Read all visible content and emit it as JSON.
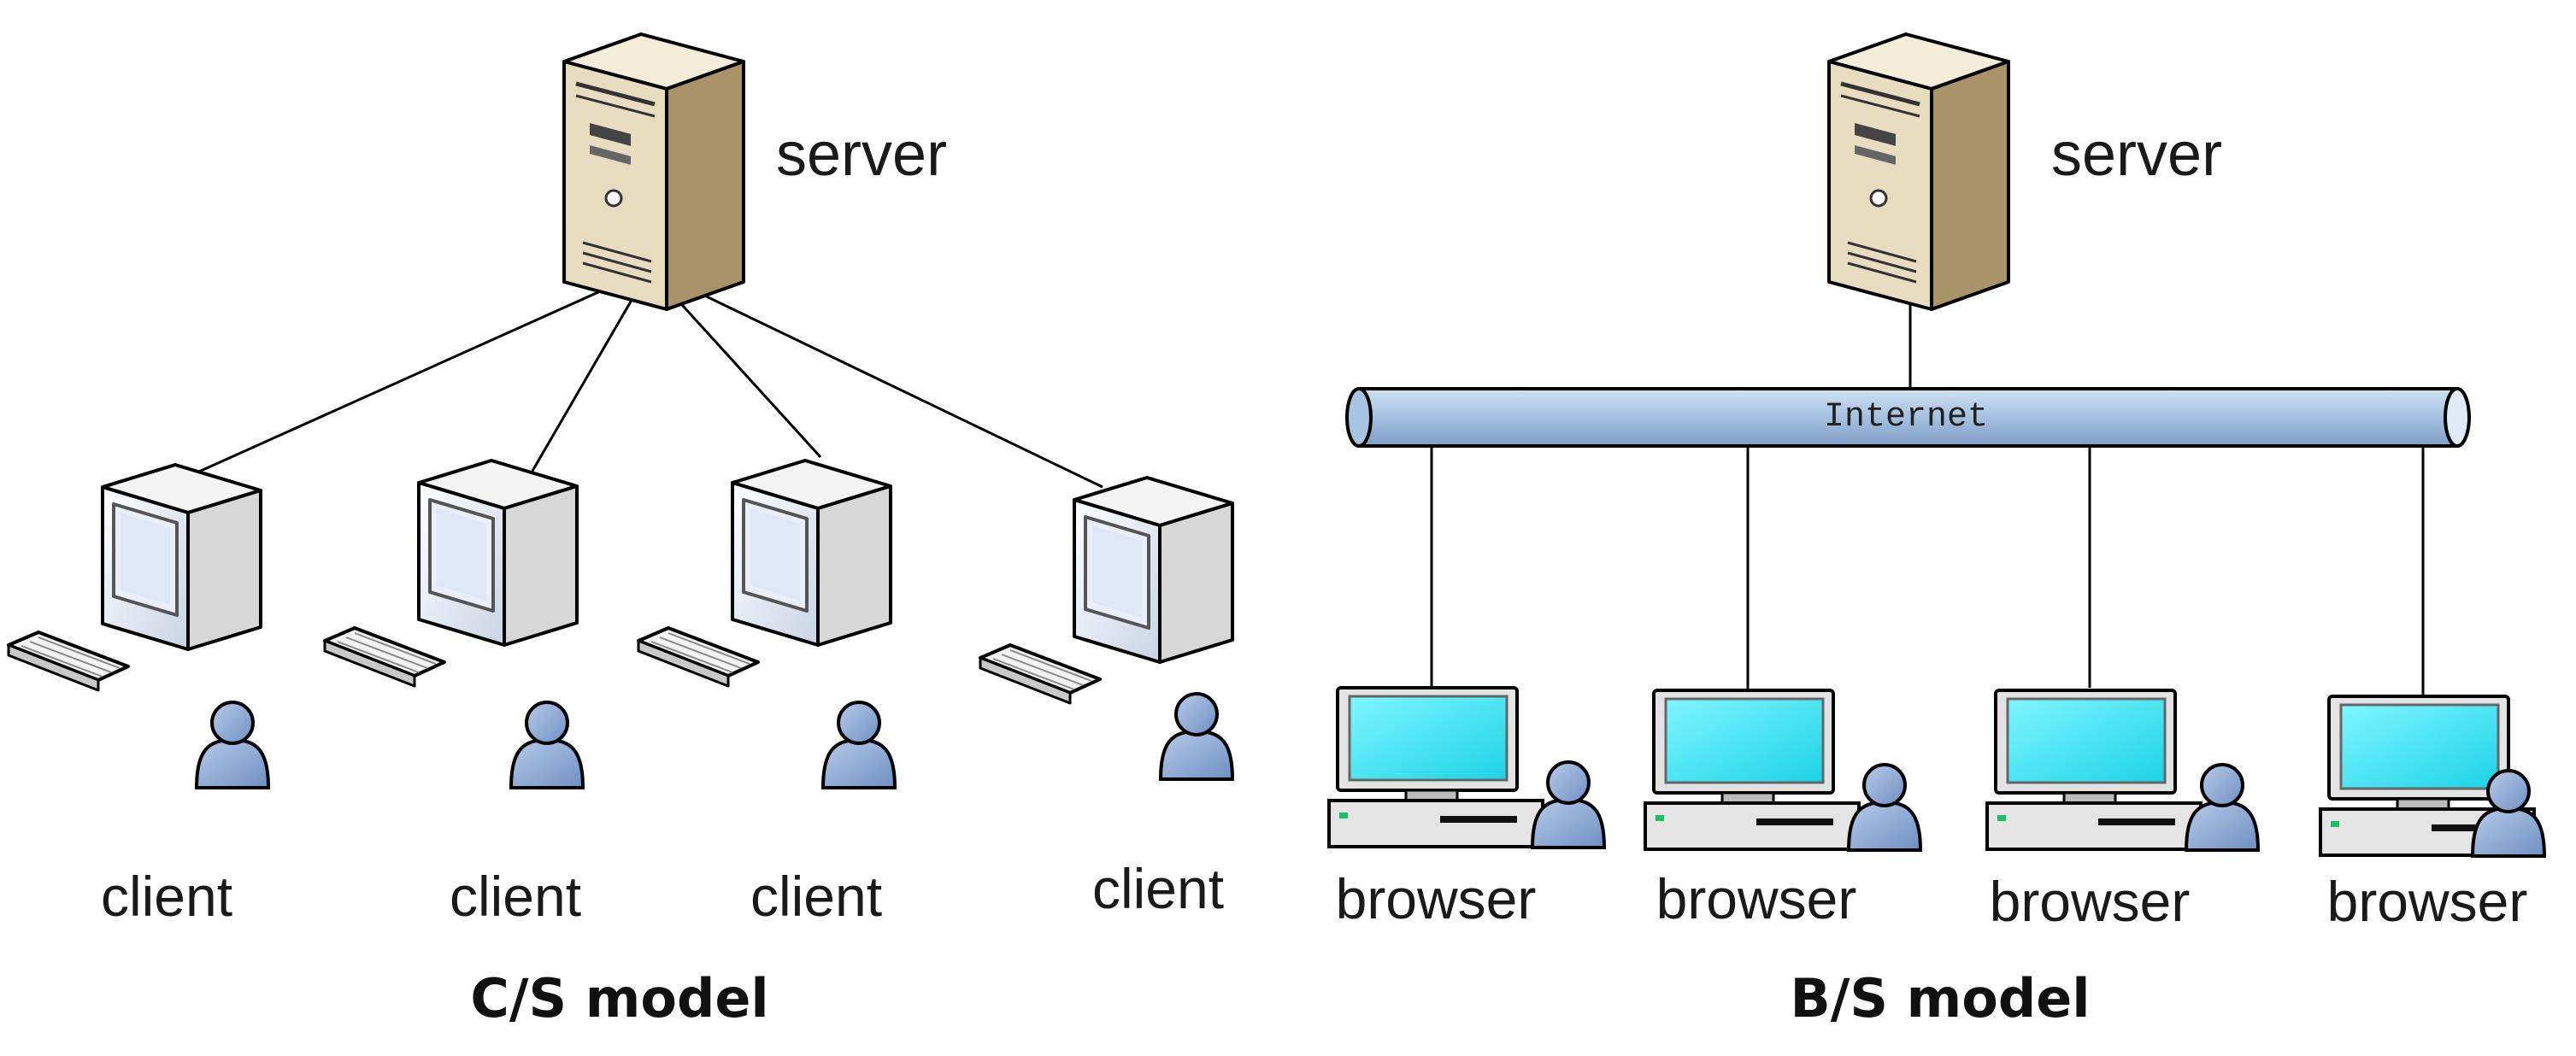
{
  "colors": {
    "server_front": "#e8dcc0",
    "server_side": "#a89468",
    "server_top": "#f3ecd9",
    "pipe": "#a9c4e2",
    "screen": "#2ee0ee",
    "user": "#8ea9d4",
    "line": "#000000"
  },
  "cs_model": {
    "title": "C/S model",
    "server_label": "server",
    "clients": [
      {
        "label": "client"
      },
      {
        "label": "client"
      },
      {
        "label": "client"
      },
      {
        "label": "client"
      }
    ]
  },
  "bs_model": {
    "title": "B/S model",
    "server_label": "server",
    "network_label": "Internet",
    "browsers": [
      {
        "label": "browser"
      },
      {
        "label": "browser"
      },
      {
        "label": "browser"
      },
      {
        "label": "browser"
      }
    ]
  },
  "icons": [
    "server-icon",
    "desktop-computer-icon",
    "keyboard-icon",
    "user-icon",
    "pc-with-screen-icon",
    "network-pipe-icon"
  ]
}
